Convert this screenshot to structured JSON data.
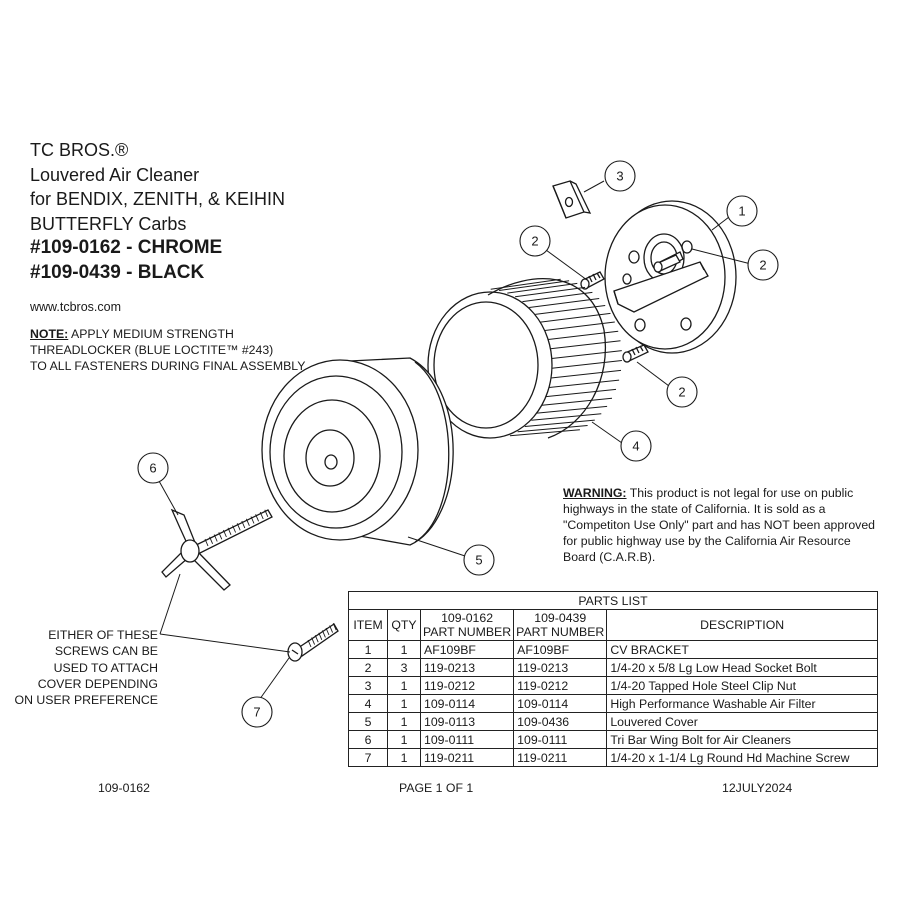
{
  "title": {
    "brand": "TC BROS.®",
    "line2": "Louvered Air Cleaner",
    "line3": "for BENDIX, ZENITH, & KEIHIN",
    "line4": "BUTTERFLY Carbs",
    "part_chrome": "#109-0162 - CHROME",
    "part_black": "#109-0439 - BLACK"
  },
  "website": "www.tcbros.com",
  "note": {
    "label": "NOTE:",
    "line1": " APPLY MEDIUM STRENGTH",
    "line2": "THREADLOCKER (BLUE LOCTITE™ #243)",
    "line3": "TO ALL FASTENERS DURING FINAL ASSEMBLY"
  },
  "warning": {
    "label": "WARNING:",
    "text": " This product is not legal for use on public highways in the state of California. It is sold as a \"Competiton Use Only\" part and has NOT been approved for public highway use by the California Air Resource Board (C.A.R.B)."
  },
  "either_note": {
    "line1": "EITHER OF THESE",
    "line2": "SCREWS CAN BE",
    "line3": "USED TO ATTACH",
    "line4": "COVER DEPENDING",
    "line5": "ON USER PREFERENCE"
  },
  "callouts": {
    "c1": "1",
    "c2a": "2",
    "c2b": "2",
    "c2c": "2",
    "c3": "3",
    "c4": "4",
    "c5": "5",
    "c6": "6",
    "c7": "7"
  },
  "parts_list": {
    "title": "PARTS LIST",
    "headers": {
      "item": "ITEM",
      "qty": "QTY",
      "pn_a_top": "109-0162",
      "pn_a_bottom": "PART NUMBER",
      "pn_b_top": "109-0439",
      "pn_b_bottom": "PART NUMBER",
      "description": "DESCRIPTION"
    },
    "rows": [
      {
        "item": "1",
        "qty": "1",
        "pn_a": "AF109BF",
        "pn_b": "AF109BF",
        "desc": "CV BRACKET"
      },
      {
        "item": "2",
        "qty": "3",
        "pn_a": "119-0213",
        "pn_b": "119-0213",
        "desc": "1/4-20 x 5/8 Lg Low Head Socket Bolt"
      },
      {
        "item": "3",
        "qty": "1",
        "pn_a": "119-0212",
        "pn_b": "119-0212",
        "desc": "1/4-20 Tapped Hole Steel Clip Nut"
      },
      {
        "item": "4",
        "qty": "1",
        "pn_a": "109-0114",
        "pn_b": "109-0114",
        "desc": "High Performance Washable Air Filter"
      },
      {
        "item": "5",
        "qty": "1",
        "pn_a": "109-0113",
        "pn_b": "109-0436",
        "desc": "Louvered Cover"
      },
      {
        "item": "6",
        "qty": "1",
        "pn_a": "109-0111",
        "pn_b": "109-0111",
        "desc": "Tri Bar Wing Bolt for Air Cleaners"
      },
      {
        "item": "7",
        "qty": "1",
        "pn_a": "119-0211",
        "pn_b": "119-0211",
        "desc": "1/4-20 x 1-1/4 Lg Round Hd Machine Screw"
      }
    ]
  },
  "footer": {
    "left": "109-0162",
    "middle": "PAGE 1 OF 1",
    "right": "12JULY2024"
  }
}
